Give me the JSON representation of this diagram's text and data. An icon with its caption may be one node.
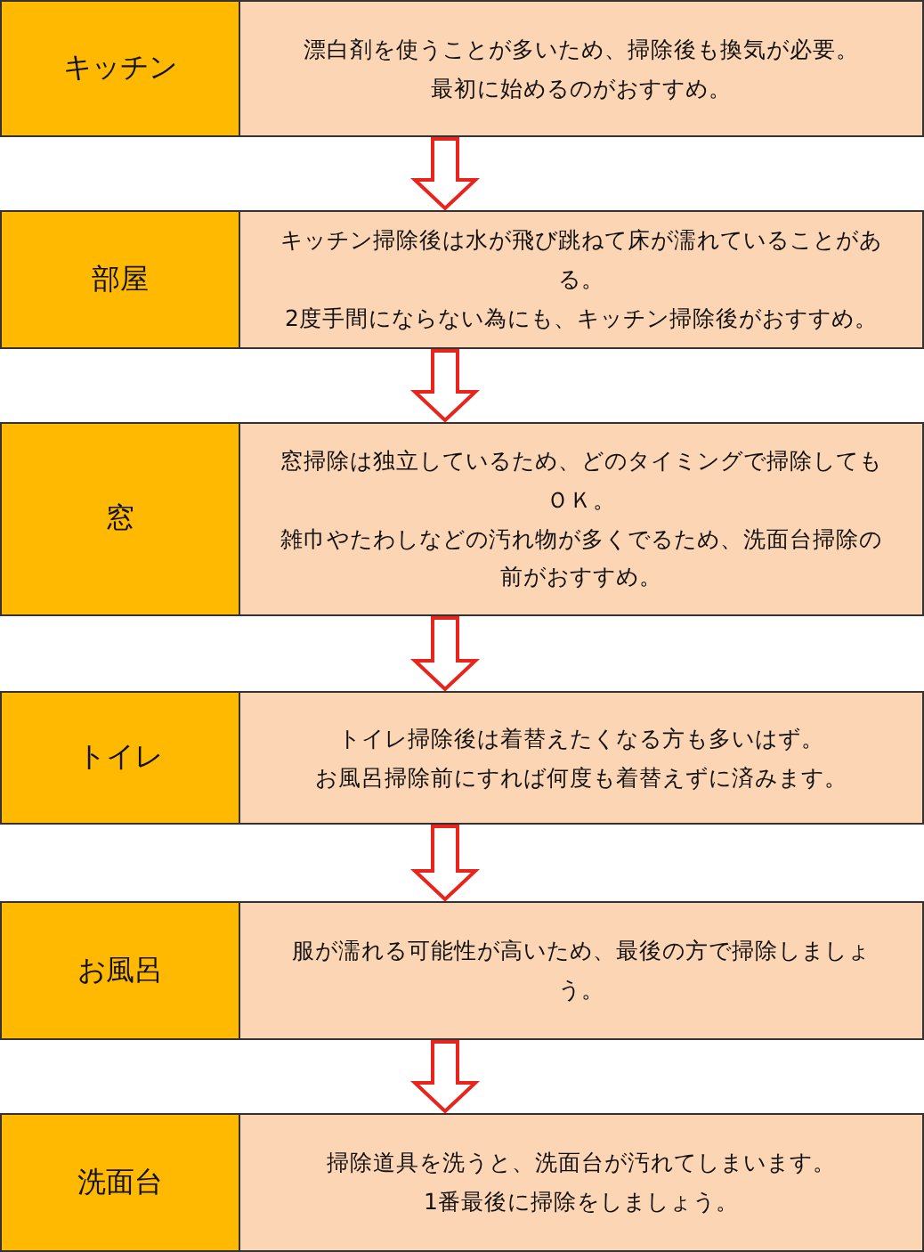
{
  "diagram": {
    "nodes": [
      {
        "text": [
          "キッチン"
        ]
      },
      {
        "text": [
          "漂白剤を使うことが多いため、掃除後も換気が必要。",
          "最初に始めるのがおすすめ。"
        ]
      },
      {
        "text": [
          "部屋"
        ]
      },
      {
        "text": [
          "キッチン掃除後は水が飛び跳ねて床が濡れていることがある。",
          "2度手間にならない為にも、キッチン掃除後がおすすめ。"
        ]
      },
      {
        "text": [
          "窓"
        ]
      },
      {
        "text": [
          "窓掃除は独立しているため、どのタイミングで掃除してもＯＫ。",
          "雑巾やたわしなどの汚れ物が多くでるため、洗面台掃除の前がおすすめ。"
        ]
      },
      {
        "text": [
          "トイレ"
        ]
      },
      {
        "text": [
          "トイレ掃除後は着替えたくなる方も多いはず。",
          "お風呂掃除前にすれば何度も着替えずに済みます。"
        ]
      },
      {
        "text": [
          "お風呂"
        ]
      },
      {
        "text": [
          "服が濡れる可能性が高いため、最後の方で掃除しましょう。"
        ]
      },
      {
        "text": [
          "洗面台"
        ]
      },
      {
        "text": [
          "掃除道具を洗うと、洗面台が汚れてしまいます。",
          "1番最後に掃除をしましょう。"
        ]
      }
    ],
    "edges": [
      {
        "from": 1,
        "to": 3,
        "arrow": "to"
      },
      {
        "from": 3,
        "to": 5,
        "arrow": "to"
      },
      {
        "from": 5,
        "to": 7,
        "arrow": "to"
      },
      {
        "from": 7,
        "to": 9,
        "arrow": "to"
      },
      {
        "from": 9,
        "to": 11,
        "arrow": "to"
      }
    ]
  }
}
